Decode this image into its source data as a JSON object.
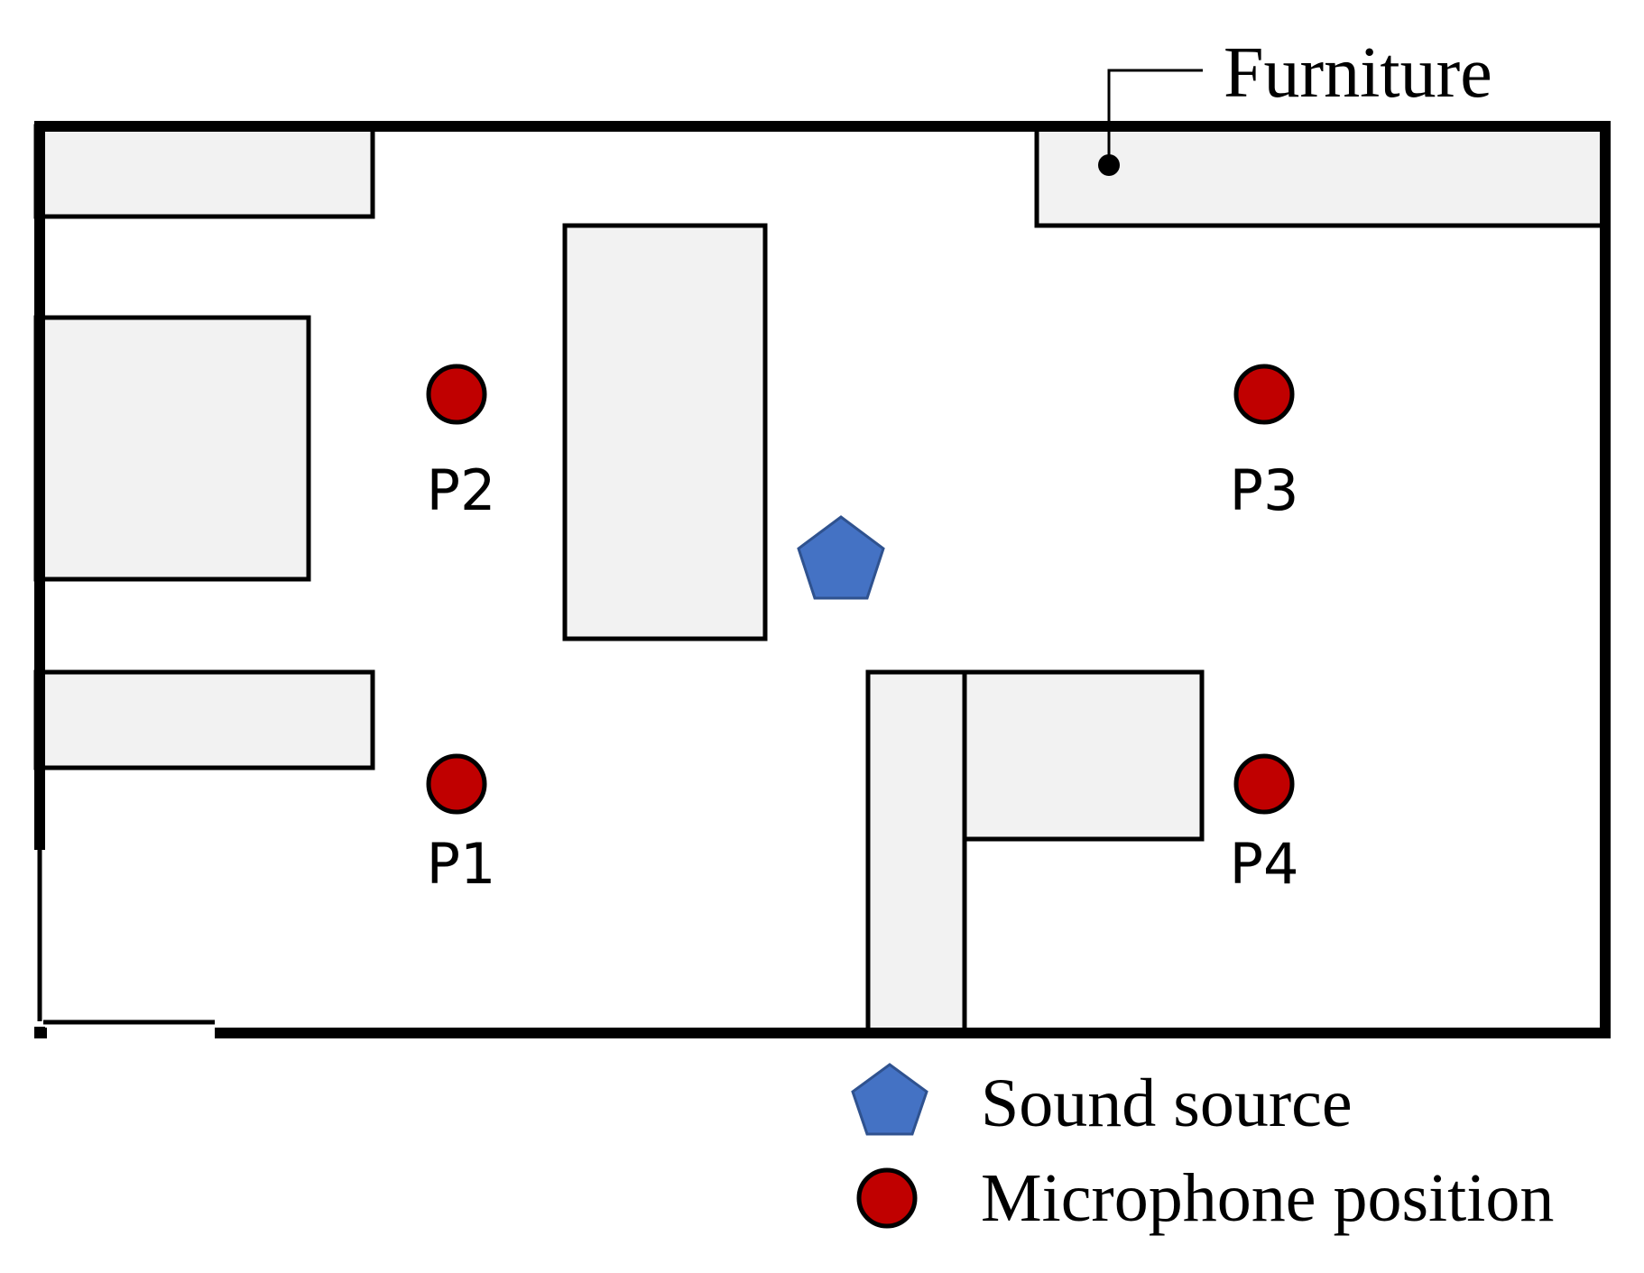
{
  "callout": {
    "label": "Furniture"
  },
  "microphones": {
    "p1": "P1",
    "p2": "P2",
    "p3": "P3",
    "p4": "P4"
  },
  "legend": {
    "sound_source": "Sound source",
    "microphone_position": "Microphone position"
  },
  "colors": {
    "wall": "#000000",
    "furniture_fill": "#f2f2f2",
    "sound_source_fill": "#4472c4",
    "sound_source_stroke": "#2f528f",
    "microphone_fill": "#c00000",
    "background": "#ffffff"
  }
}
